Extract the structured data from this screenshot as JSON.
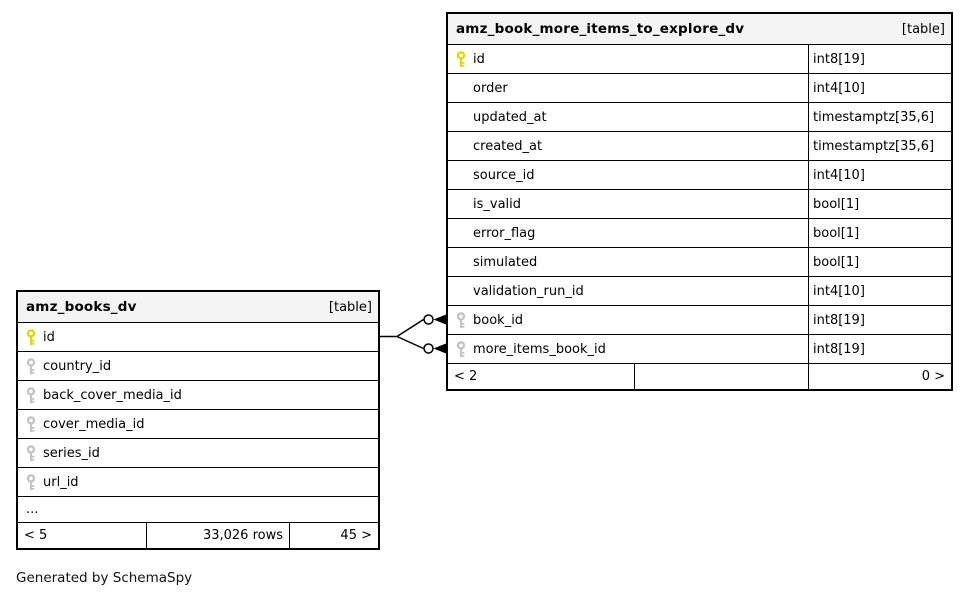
{
  "diagram": {
    "generator_note": "Generated by SchemaSpy",
    "colors": {
      "border": "#000000",
      "header_bg": "#f4f4f4",
      "row_bg": "#ffffff",
      "primary_key_icon": "#dcdb00",
      "foreign_key_icon": "#c4c4c4"
    },
    "icons": {
      "primary_key": "yellow-key-icon",
      "foreign_key": "gray-key-icon"
    }
  },
  "relationships": [
    {
      "from": "amz_books_dv.id",
      "to": "amz_book_more_items_to_explore_dv.book_id"
    },
    {
      "from": "amz_books_dv.id",
      "to": "amz_book_more_items_to_explore_dv.more_items_book_id"
    }
  ],
  "tables": [
    {
      "name": "amz_book_more_items_to_explore_dv",
      "tag": "[table]",
      "columns": [
        {
          "name": "id",
          "type": "int8[19]",
          "key": "primary"
        },
        {
          "name": "order",
          "type": "int4[10]",
          "key": ""
        },
        {
          "name": "updated_at",
          "type": "timestamptz[35,6]",
          "key": ""
        },
        {
          "name": "created_at",
          "type": "timestamptz[35,6]",
          "key": ""
        },
        {
          "name": "source_id",
          "type": "int4[10]",
          "key": ""
        },
        {
          "name": "is_valid",
          "type": "bool[1]",
          "key": ""
        },
        {
          "name": "error_flag",
          "type": "bool[1]",
          "key": ""
        },
        {
          "name": "simulated",
          "type": "bool[1]",
          "key": ""
        },
        {
          "name": "validation_run_id",
          "type": "int4[10]",
          "key": ""
        },
        {
          "name": "book_id",
          "type": "int8[19]",
          "key": "foreign"
        },
        {
          "name": "more_items_book_id",
          "type": "int8[19]",
          "key": "foreign"
        }
      ],
      "footer": {
        "children": "< 2",
        "rows": "",
        "parents": "0 >"
      }
    },
    {
      "name": "amz_books_dv",
      "tag": "[table]",
      "columns": [
        {
          "name": "id",
          "key": "primary"
        },
        {
          "name": "country_id",
          "key": "foreign"
        },
        {
          "name": "back_cover_media_id",
          "key": "foreign"
        },
        {
          "name": "cover_media_id",
          "key": "foreign"
        },
        {
          "name": "series_id",
          "key": "foreign"
        },
        {
          "name": "url_id",
          "key": "foreign"
        }
      ],
      "ellipsis": "...",
      "footer": {
        "children": "< 5",
        "rows": "33,026 rows",
        "parents": "45 >"
      }
    }
  ]
}
